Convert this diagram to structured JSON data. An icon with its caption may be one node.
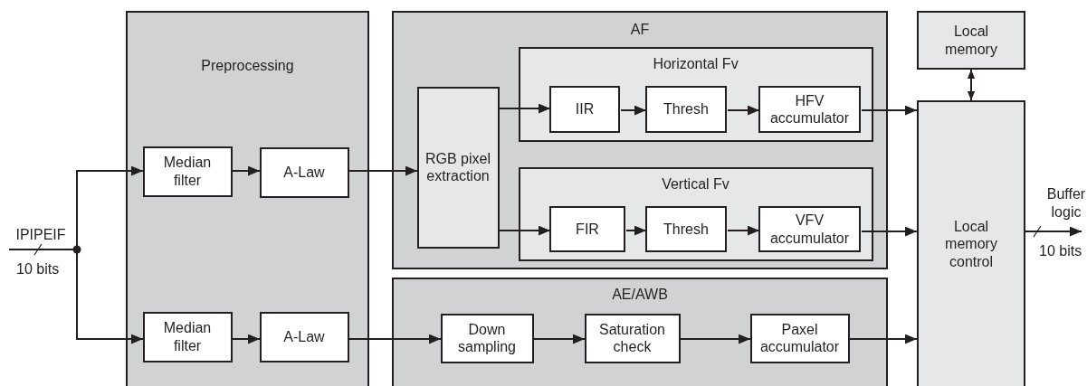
{
  "diagram": {
    "nodes": [
      {
        "text": [
          "Preprocessing"
        ]
      },
      {
        "text": [
          "Median filter"
        ],
        "in": 0
      },
      {
        "text": [
          "A-Law"
        ],
        "in": 0
      },
      {
        "text": [
          "Median filter"
        ],
        "in": 0
      },
      {
        "text": [
          "A-Law"
        ],
        "in": 0
      },
      {
        "text": [
          "AF"
        ]
      },
      {
        "text": [
          "RGB pixel extraction"
        ],
        "in": 5
      },
      {
        "text": [
          "Horizontal Fv"
        ],
        "in": 5
      },
      {
        "text": [
          "IIR"
        ],
        "in": 7
      },
      {
        "text": [
          "Thresh"
        ],
        "in": 7
      },
      {
        "text": [
          "HFV accumulator"
        ],
        "in": 7
      },
      {
        "text": [
          "Vertical Fv"
        ],
        "in": 5
      },
      {
        "text": [
          "FIR"
        ],
        "in": 11
      },
      {
        "text": [
          "Thresh"
        ],
        "in": 11
      },
      {
        "text": [
          "VFV accumulator"
        ],
        "in": 11
      },
      {
        "text": [
          "AE/AWB"
        ]
      },
      {
        "text": [
          "Down sampling"
        ],
        "in": 15
      },
      {
        "text": [
          "Saturation check"
        ],
        "in": 15
      },
      {
        "text": [
          "Paxel accumulator"
        ],
        "in": 15
      },
      {
        "text": [
          "Local memory"
        ]
      },
      {
        "text": [
          "Local memory control"
        ]
      },
      {
        "text": [
          "IPIPEIF"
        ]
      },
      {
        "text": [
          "Buffer logic"
        ]
      }
    ],
    "edges": [
      {
        "from": 21,
        "to": 1,
        "arrow": "to"
      },
      {
        "from": 21,
        "to": 3,
        "arrow": "to"
      },
      {
        "from": 1,
        "to": 2,
        "arrow": "to"
      },
      {
        "from": 3,
        "to": 4,
        "arrow": "to"
      },
      {
        "from": 2,
        "to": 6,
        "arrow": "to"
      },
      {
        "from": 6,
        "to": 8,
        "arrow": "to"
      },
      {
        "from": 8,
        "to": 9,
        "arrow": "to"
      },
      {
        "from": 9,
        "to": 10,
        "arrow": "to"
      },
      {
        "from": 6,
        "to": 12,
        "arrow": "to"
      },
      {
        "from": 12,
        "to": 13,
        "arrow": "to"
      },
      {
        "from": 13,
        "to": 14,
        "arrow": "to"
      },
      {
        "from": 10,
        "to": 20,
        "arrow": "to"
      },
      {
        "from": 14,
        "to": 20,
        "arrow": "to"
      },
      {
        "from": 4,
        "to": 16,
        "arrow": "to"
      },
      {
        "from": 16,
        "to": 17,
        "arrow": "to"
      },
      {
        "from": 17,
        "to": 18,
        "arrow": "to"
      },
      {
        "from": 18,
        "to": 20,
        "arrow": "to"
      },
      {
        "from": 19,
        "to": 20,
        "arrow": "both"
      },
      {
        "from": 20,
        "to": 22,
        "arrow": "to"
      }
    ],
    "labels": [
      "10 bits",
      "10 bits"
    ]
  }
}
